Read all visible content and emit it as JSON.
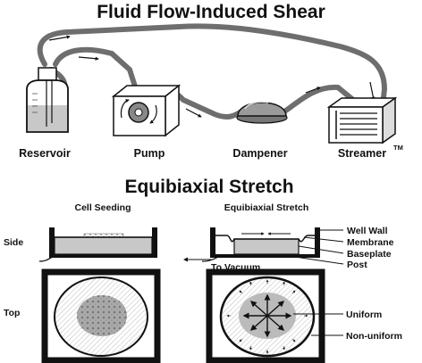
{
  "top": {
    "title": "Fluid Flow-Induced Shear",
    "labels": {
      "reservoir": "Reservoir",
      "pump": "Pump",
      "dampener": "Dampener",
      "streamer": "Streamer",
      "streamer_tm": "TM"
    }
  },
  "bottom": {
    "title": "Equibiaxial Stretch",
    "col_cell_seeding": "Cell Seeding",
    "col_equibiaxial": "Equibiaxial Stretch",
    "row_side": "Side",
    "row_top": "Top",
    "callouts": {
      "well_wall": "Well Wall",
      "membrane": "Membrane",
      "baseplate": "Baseplate",
      "post": "Post",
      "to_vacuum": "To Vacuum",
      "uniform": "Uniform",
      "non_uniform": "Non-uniform"
    }
  },
  "colors": {
    "ink": "#111111",
    "tube": "#6e6e6e",
    "fluid": "#8a8a8a",
    "light_gray": "#c8c8c8",
    "membrane": "#d9d9d9"
  }
}
